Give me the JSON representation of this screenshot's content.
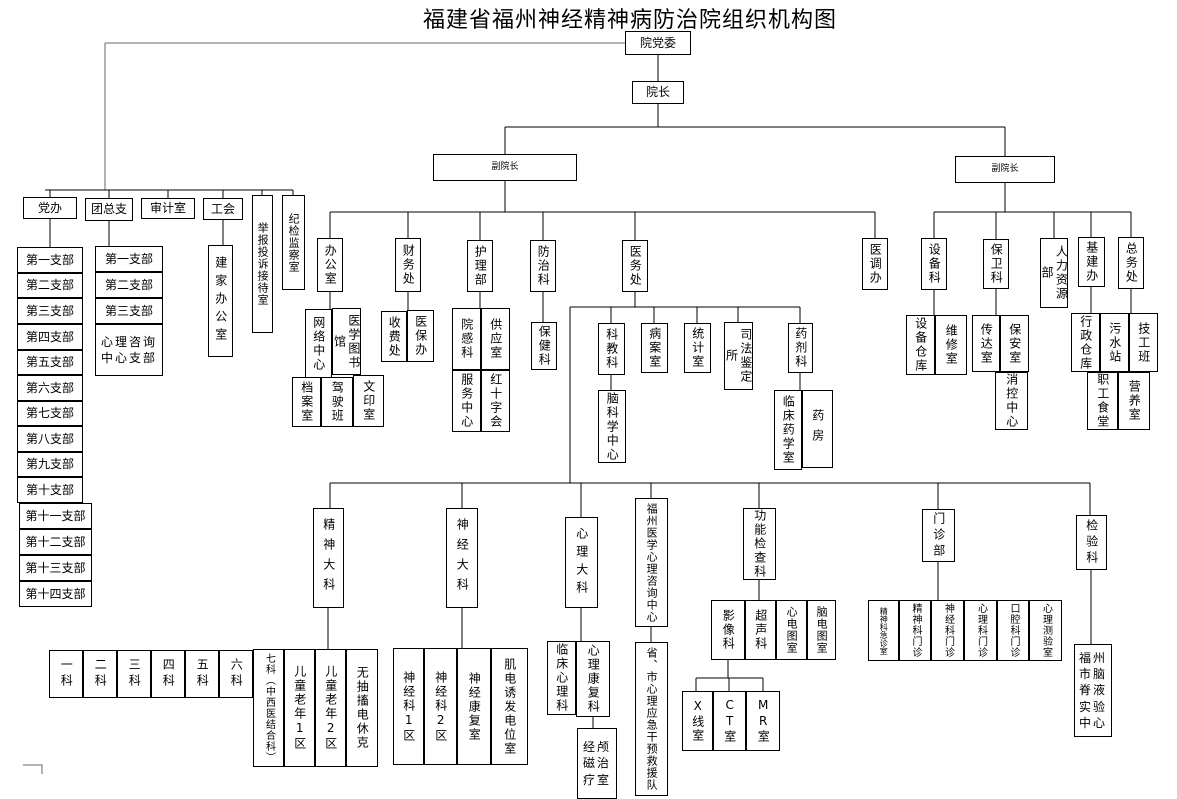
{
  "title": "福建省福州神经精神病防治院组织机构图",
  "top": {
    "party_committee": "院党委",
    "president": "院长",
    "vice_president": "副院长"
  },
  "party_side": {
    "dangban": "党办",
    "dangban_branches": [
      "第一支部",
      "第二支部",
      "第三支部",
      "第四支部",
      "第五支部",
      "第六支部",
      "第七支部",
      "第八支部",
      "第九支部",
      "第十支部",
      "第十一支部",
      "第十二支部",
      "第十三支部",
      "第十四支部"
    ],
    "tuanzongzhi": "团总支",
    "tuan_branches": [
      "第一支部",
      "第二支部",
      "第三支部",
      "心理咨询中心支部"
    ],
    "shenjishi": "审计室",
    "gonghui": "工会",
    "jianjia_bangongshi": "建家办公室",
    "jubao": "举报投诉接待室",
    "jijian": "纪检监察室"
  },
  "admin": {
    "bangongshi": "办公室",
    "wangluo": "网络中心",
    "tushuguan": "医学图书馆",
    "dangan": "档案室",
    "jiashi": "驾驶班",
    "wenyin": "文印室",
    "caiwuchu": "财务处",
    "shoufei": "收费处",
    "yibao": "医保办",
    "hulibu": "护理部",
    "yuangan": "院感科",
    "gongying": "供应室",
    "fuwu": "服务中心",
    "hongshizi": "红十字会",
    "fangzhike": "防治科",
    "baojian": "保健科",
    "yiwuchu": "医务处",
    "kejiao": "科教科",
    "naokexue": "脑科学中心",
    "bingan": "病案室",
    "tongji": "统计室",
    "sifa": "司法鉴定所",
    "yaoji": "药剂科",
    "linchuangyaoxue": "临床药学室",
    "yaofang": "药房",
    "yitiaoban": "医调办"
  },
  "logistics": {
    "shebeike": "设备科",
    "shebeicangku": "设备仓库",
    "weixiu": "维修室",
    "baoweike": "保卫科",
    "chuanda": "传达室",
    "baoan": "保安室",
    "xiaokong": "消控中心",
    "renli": "人力资源部",
    "jijianban": "基建办",
    "xingzhengcangku": "行政仓库",
    "wushui": "污水站",
    "zongwuchu": "总务处",
    "jigong": "技工班",
    "zhigongshitang": "职工食堂",
    "yingyang": "营养室"
  },
  "clinical": {
    "jingshendake": "精神大科",
    "jingshen_wards": [
      "一科",
      "二科",
      "三科",
      "四科",
      "五科",
      "六科",
      "七科（中西医结合科）",
      "儿童老年1区",
      "儿童老年2区",
      "无抽搐电休克"
    ],
    "shenjingdake": "神经大科",
    "shenjing_wards": [
      "神经科1区",
      "神经科2区",
      "神经康复室",
      "肌电诱发电位室"
    ],
    "xinlidake": "心理大科",
    "linchuangxinli": "临床心理科",
    "xinlikangfu": "心理康复科",
    "jingluci": "经颅磁治疗室",
    "zixunzhongxin": "福州医学心理咨询中心",
    "jiuyuandui": "省、市心理应急干预救援队",
    "gongnengjianchake": "功能检查科",
    "gongneng_rooms": [
      "影像科",
      "超声科",
      "心电图室",
      "脑电图室"
    ],
    "yingxiang_rooms": [
      "X线室",
      "CT室",
      "MR室"
    ],
    "menzhenbu": "门诊部",
    "menzhen_rooms": [
      "精神科急诊室",
      "精神科门诊",
      "神经科门诊",
      "心理科门诊",
      "口腔科门诊",
      "心理测验室"
    ],
    "jianyanke": "检验科",
    "naojiye": "福州市脑脊液实验中心"
  }
}
